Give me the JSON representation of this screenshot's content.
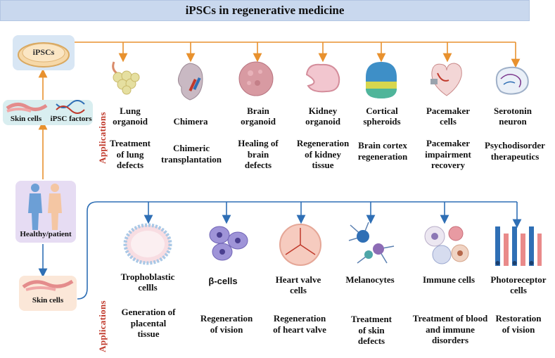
{
  "title": "iPSCs in regenerative medicine",
  "left_column": {
    "ipscs_label": "iPSCs",
    "skin_cells_top": "Skin cells",
    "ipsc_factors": "iPSC factors",
    "healthy_patient": "Healthy/patient",
    "skin_cells_bottom": "Skin cells"
  },
  "applications_label": "Applications",
  "row1": [
    {
      "name": "Lung\norganoid",
      "application": "Treatment\nof lung\ndefects"
    },
    {
      "name": "Chimera",
      "application": "Chimeric\ntransplantation"
    },
    {
      "name": "Brain\norganoid",
      "application": "Healing of\nbrain\ndefects"
    },
    {
      "name": "Kidney\norganoid",
      "application": "Regeneration\nof kidney\ntissue"
    },
    {
      "name": "Cortical\nspheroids",
      "application": "Brain cortex\nregeneration"
    },
    {
      "name": "Pacemaker\ncells",
      "application": "Pacemaker\nimpairment\nrecovery"
    },
    {
      "name": "Serotonin\nneuron",
      "application": "Psychodisorder\ntherapeutics"
    }
  ],
  "row2": [
    {
      "name": "Trophoblastic\ncellls",
      "application": "Generation of\nplacental\ntissue"
    },
    {
      "name": "β-cells",
      "application": "Regeneration\nof vision"
    },
    {
      "name": "Heart valve\ncells",
      "application": "Regeneration\nof heart valve"
    },
    {
      "name": "Melanocytes",
      "application": "Treatment\nof skin\ndefects"
    },
    {
      "name": "Immune cells",
      "application": "Treatment of blood\nand immune\ndisorders"
    },
    {
      "name": "Photoreceptor\ncells",
      "application": "Restoration\nof vision"
    }
  ],
  "colors": {
    "orange_arrow": "#e8912e",
    "blue_arrow": "#2f6fb5",
    "title_bg": "#c9d8ee",
    "applications_text": "#c0392b",
    "skin_box": "#d9eef0",
    "healthy_box": "#e6dcf3",
    "skin_box_bottom": "#fbe7d8"
  }
}
